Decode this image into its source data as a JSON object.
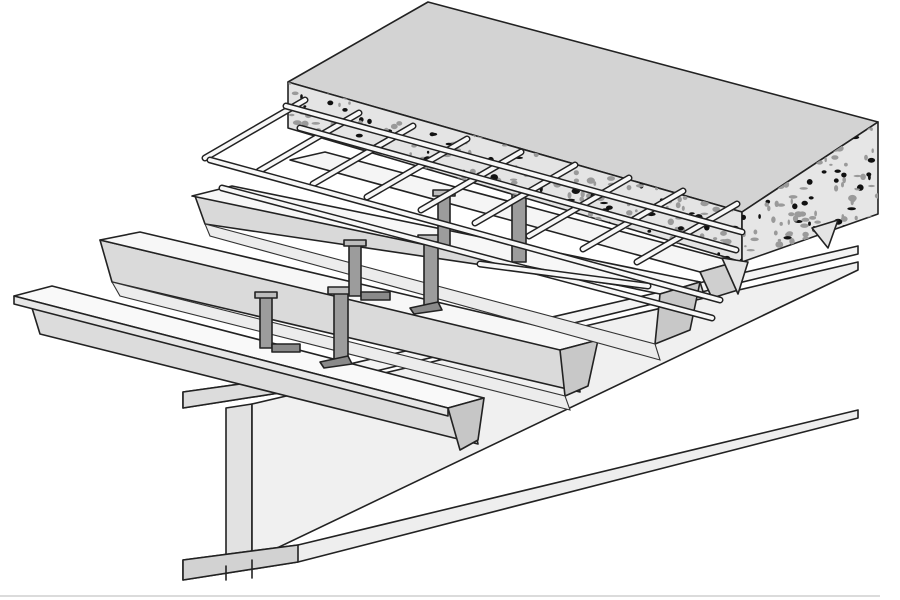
{
  "colors": {
    "background": "#ffffff",
    "outline": "#222222",
    "steel_light": "#f2f2f2",
    "steel_mid": "#d6d6d6",
    "steel_dark": "#a9a9a9",
    "concrete_top": "#d3d3d3",
    "concrete_face": "#e4e4e4",
    "aggregate": "#9a9a9a",
    "aggregate_dark": "#111111",
    "rebar": "#f7f7f7",
    "stud": "#9c9c9c"
  },
  "parts": {
    "beam": "steel-i-beam",
    "deck": "profiled-steel-decking",
    "mesh": "reinforcement-mesh",
    "studs": "shear-connector-studs",
    "slab": "concrete-slab"
  }
}
